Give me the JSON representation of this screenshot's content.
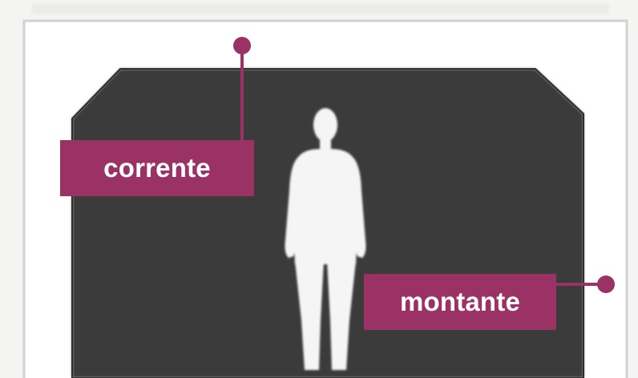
{
  "callouts": {
    "corrente": "corrente",
    "montante": "montante"
  },
  "colors": {
    "callout": "#9b3265",
    "gate_panel": "#3a3a3a",
    "frame": "#ffffff",
    "silhouette": "#f4f4f4"
  },
  "icons": [
    "human-silhouette-icon",
    "corrente-pointer-dot",
    "montante-pointer-dot"
  ]
}
